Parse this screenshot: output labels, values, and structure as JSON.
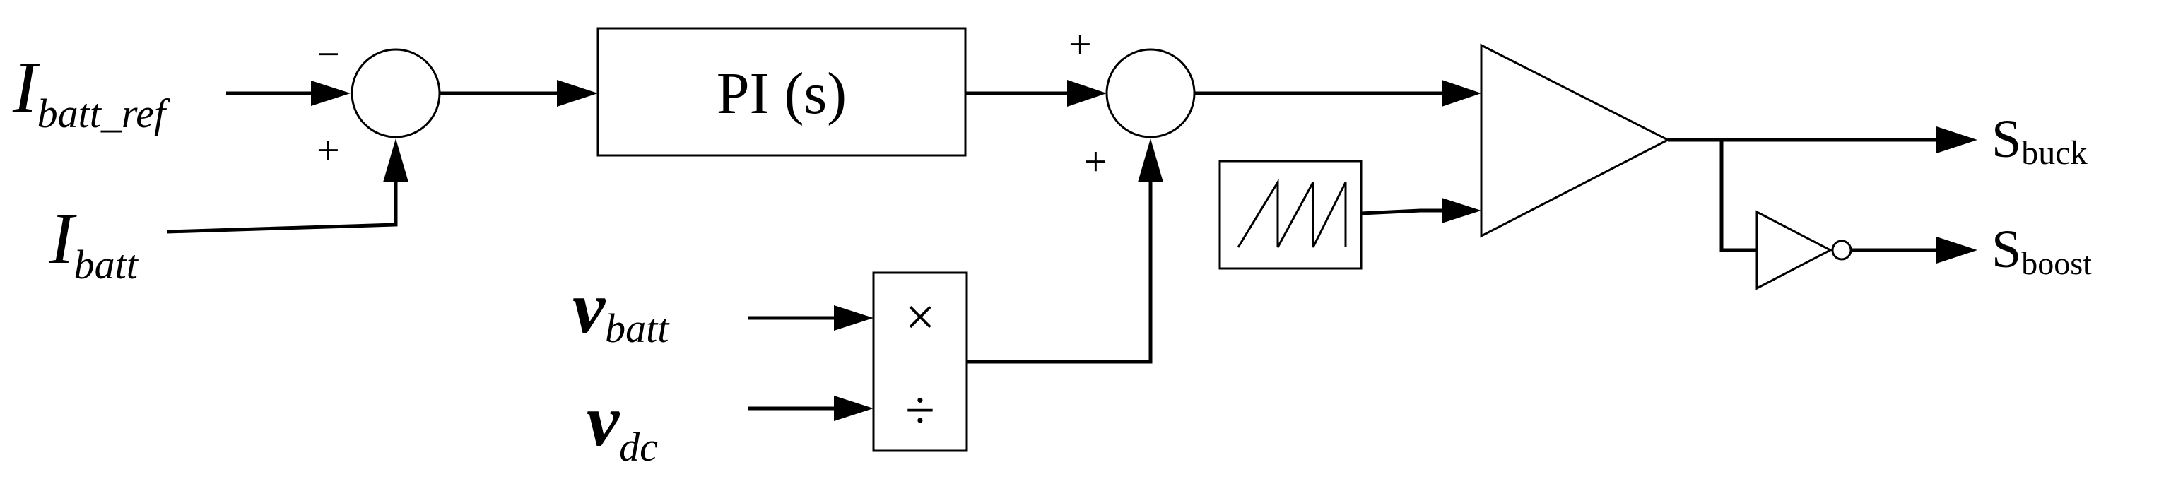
{
  "inputs": {
    "i_batt_ref": {
      "main": "I",
      "sub": "batt_ref"
    },
    "i_batt": {
      "main": "I",
      "sub": "batt"
    },
    "v_batt": {
      "main": "v",
      "sub": "batt"
    },
    "v_dc": {
      "main": "v",
      "sub": "dc"
    }
  },
  "sum1": {
    "sign_top": "−",
    "sign_bottom": "+"
  },
  "pi_block": {
    "label": "PI (s)"
  },
  "sum2": {
    "sign_left": "+",
    "sign_bottom": "+"
  },
  "math_block": {
    "multiply": "×",
    "divide": "÷"
  },
  "outputs": {
    "s_buck": {
      "main": "S",
      "sub": "buck"
    },
    "s_boost": {
      "main": "S",
      "sub": "boost"
    }
  }
}
